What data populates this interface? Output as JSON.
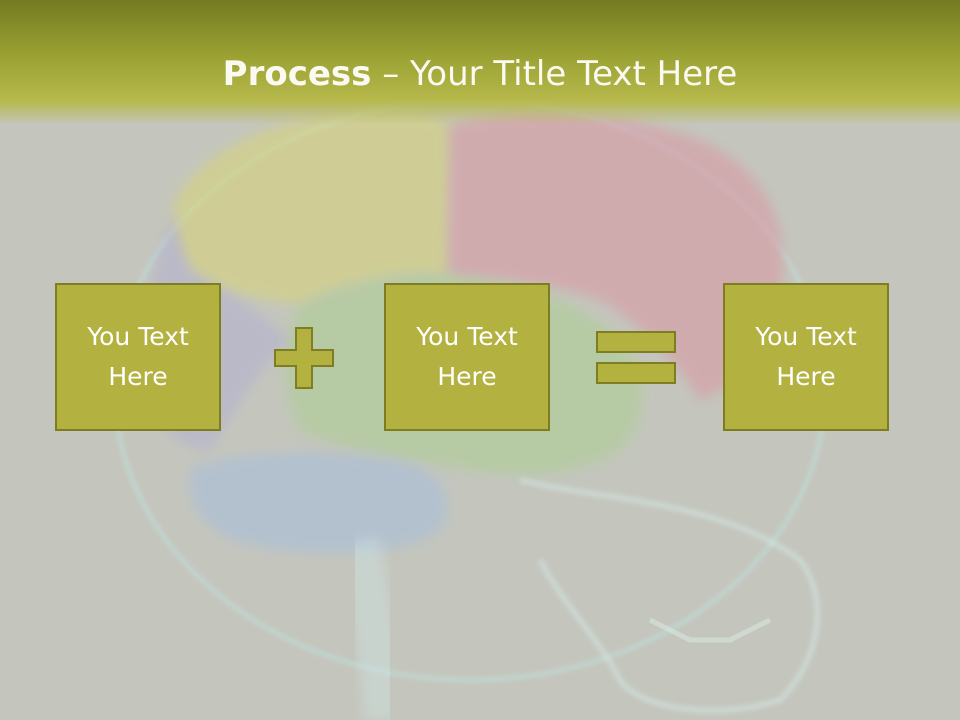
{
  "slide": {
    "title_bold": "Process",
    "title_separator": " – ",
    "title_rest": "Your Title Text Here"
  },
  "process": {
    "boxes": [
      {
        "text": "You Text\nHere"
      },
      {
        "text": "You Text\nHere"
      },
      {
        "text": "You Text\nHere"
      }
    ],
    "operators": [
      "plus-icon",
      "equals-icon"
    ]
  },
  "colors": {
    "accent": "#b3b13f",
    "accent_border": "#7f7d22",
    "title_bar": "#9ba233",
    "background": "#c4c6bd"
  }
}
